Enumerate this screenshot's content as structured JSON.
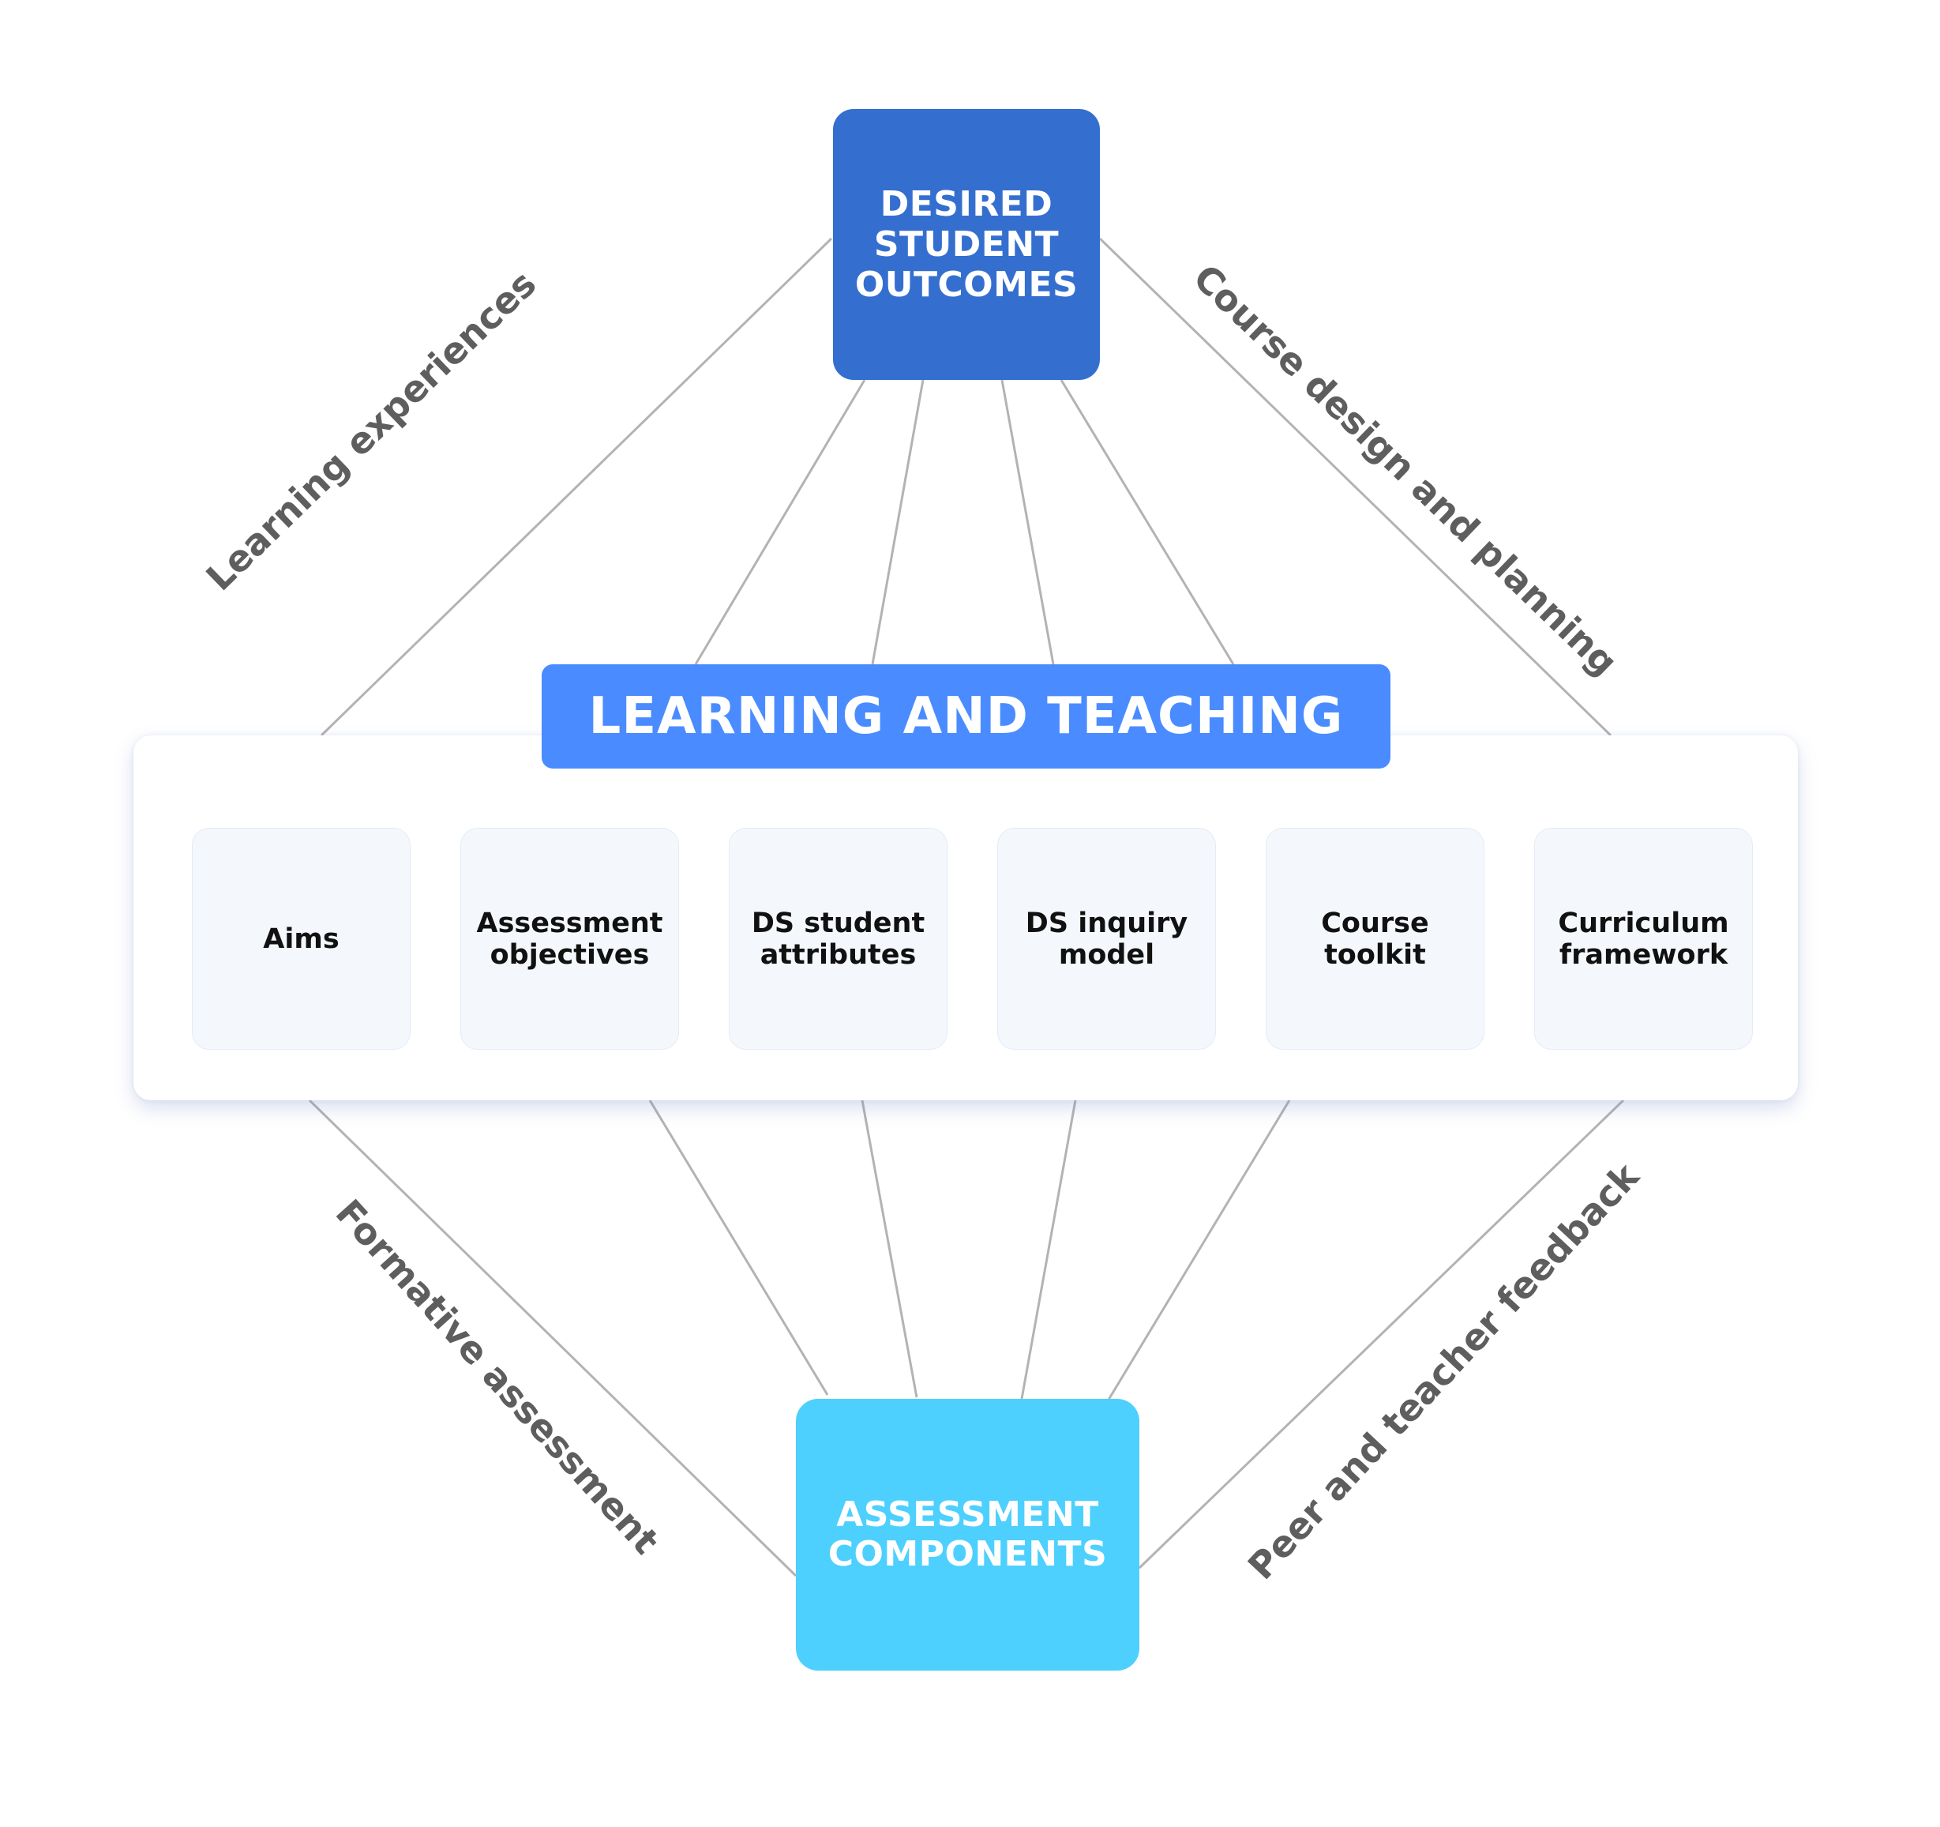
{
  "diagram": {
    "top_node": {
      "label": "DESIRED\nSTUDENT\nOUTCOMES",
      "color": "#346fd0"
    },
    "center_header": {
      "label": "LEARNING AND TEACHING",
      "color": "#4a8cff"
    },
    "bottom_node": {
      "label": "ASSESSMENT\nCOMPONENTS",
      "color": "#4dd0fd"
    },
    "cards": [
      {
        "label": "Aims"
      },
      {
        "label": "Assessment\nobjectives"
      },
      {
        "label": "DS student\nattributes"
      },
      {
        "label": "DS inquiry\nmodel"
      },
      {
        "label": "Course\ntoolkit"
      },
      {
        "label": "Curriculum\nframework"
      }
    ],
    "edge_labels": [
      {
        "label": "Learning experiences",
        "connects": "Desired student outcomes - Learning and teaching (left)"
      },
      {
        "label": "Course design and planning",
        "connects": "Desired student outcomes - Learning and teaching (right)"
      },
      {
        "label": "Formative assessment",
        "connects": "Learning and teaching - Assessment components (left)"
      },
      {
        "label": "Peer and teacher feedback",
        "connects": "Learning and teaching - Assessment components (right)"
      }
    ],
    "line_color": "#b3b3b3",
    "edge_label_color": "#5e5e5e"
  }
}
